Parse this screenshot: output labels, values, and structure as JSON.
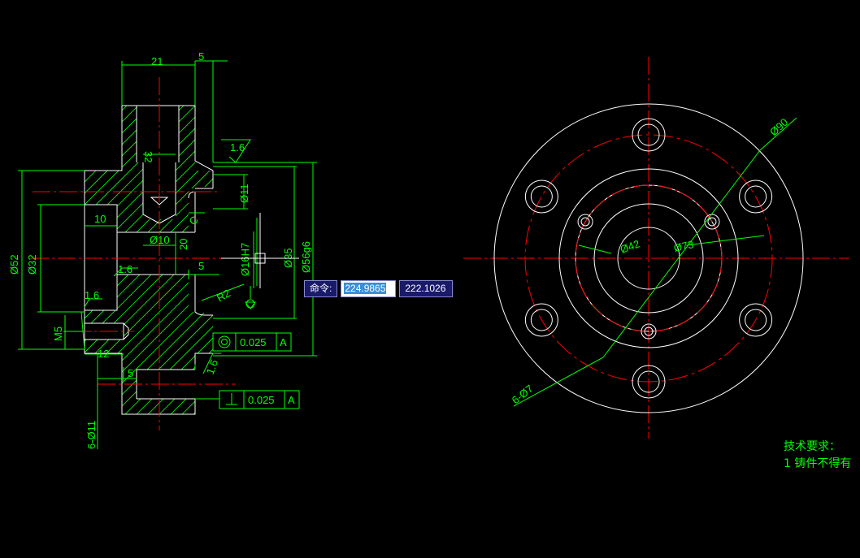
{
  "drawing": {
    "dims_left": {
      "d21": "21",
      "d5_top": "5",
      "d32_slot": "32",
      "roughness_top": "1.6",
      "phi11": "Ø11",
      "d10": "10",
      "phi10": "Ø10",
      "d20": "20",
      "d5_mid": "5",
      "phi16h7": "Ø16H7",
      "phi35": "Ø35",
      "phi56g6": "Ø56g6",
      "phi52": "Ø52",
      "phi32": "Ø32",
      "roughness_mid": "1.6",
      "roughness_left": "1.6",
      "r2": "R2",
      "m5": "M5",
      "d12": "12",
      "d5_bot": "5",
      "roughness_bot": "1.6",
      "six_phi11": "6-Ø11",
      "angle_mark": "C"
    },
    "tolerances": [
      {
        "symbol": "concentricity-icon",
        "value": "0.025",
        "datum": "A"
      },
      {
        "symbol": "perpendicularity-icon",
        "value": "0.025",
        "datum": "A"
      }
    ],
    "dims_right": {
      "phi90": "Ø90",
      "phi42": "Ø42",
      "phi73": "Ø73",
      "six_phi7": "6-Ø7"
    }
  },
  "command": {
    "label": "命令:",
    "x_value": "224.9865",
    "y_value": "222.1026"
  },
  "tech_requirements": {
    "title": "技术要求：",
    "item1": "1  铸件不得有"
  },
  "colors": {
    "background": "#000000",
    "outline": "#ffffff",
    "dimension": "#00ff00",
    "centerline": "#ff0000"
  }
}
